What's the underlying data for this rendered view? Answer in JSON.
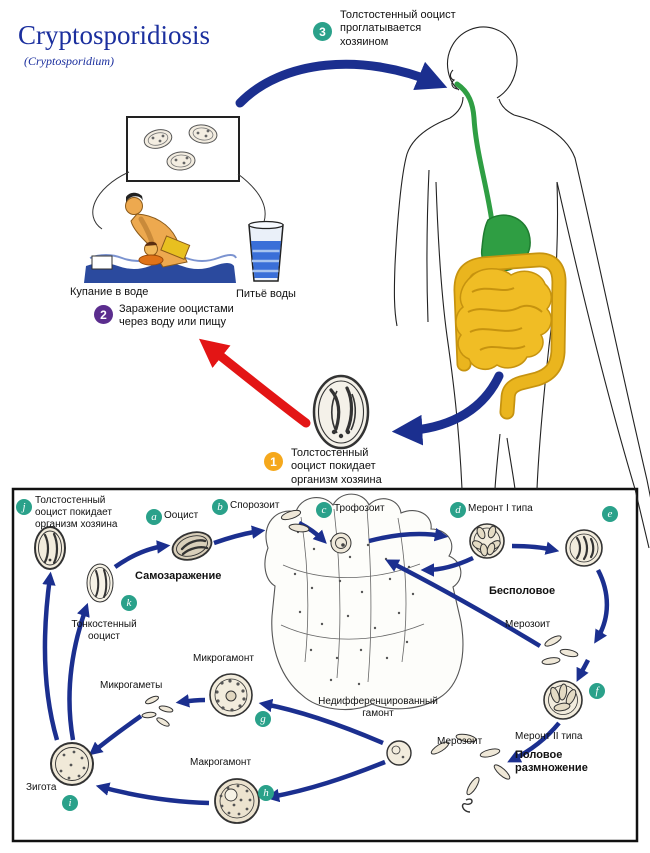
{
  "title": {
    "main": "Cryptosporidiosis",
    "sub": "(Cryptosporidium)"
  },
  "colors": {
    "title_blue": "#1b2f9e",
    "arrow_blue": "#1b2f8f",
    "arrow_red": "#e31515",
    "step1_badge": "#f5a81c",
    "step2_badge": "#5b2d8e",
    "step3_badge": "#2aa18a",
    "letter_badge": "#2aa18a",
    "stomach_green": "#2f9e43",
    "intestine_gold": "#eab51e"
  },
  "steps": [
    {
      "num": "1",
      "text": "Толстостенный\nооцист покидает\nорганизм хозяина"
    },
    {
      "num": "2",
      "text": "Заражение ооцистами\nчерез воду или пищу"
    },
    {
      "num": "3",
      "text": "Толстостенный ооцист\nпроглатывается\nхозяином"
    }
  ],
  "exposure": {
    "swimming": "Купание в воде",
    "drinking": "Питьё воды"
  },
  "cycle": {
    "j": {
      "letter": "j",
      "label": "Толстостенный\nооцист покидает\nорганизм хозяина"
    },
    "a": {
      "letter": "a",
      "label": "Ооцист"
    },
    "b": {
      "letter": "b",
      "label": "Спорозоит"
    },
    "c": {
      "letter": "c",
      "label": "Трофозоит"
    },
    "d": {
      "letter": "d",
      "label": "Меронт I типа"
    },
    "e": {
      "letter": "e"
    },
    "f": {
      "letter": "f",
      "label": "Меронт II типа"
    },
    "g": {
      "letter": "g",
      "label": "Микрогамонт"
    },
    "h": {
      "letter": "h",
      "label": "Макрогамонт"
    },
    "i": {
      "letter": "i",
      "label": "Зигота"
    },
    "k": {
      "letter": "k",
      "label": "Тонкостенный\nооцист"
    },
    "autoinfection": "Самозаражение",
    "asexual": "Бесполовое",
    "sexual": "Половое\nразмножение",
    "merozoite_upper": "Мерозоит",
    "merozoite_lower": "Мерозоит",
    "undifferentiated_gamont": "Недифференцированный\nгамонт",
    "microgametes": "Микрогаметы"
  }
}
